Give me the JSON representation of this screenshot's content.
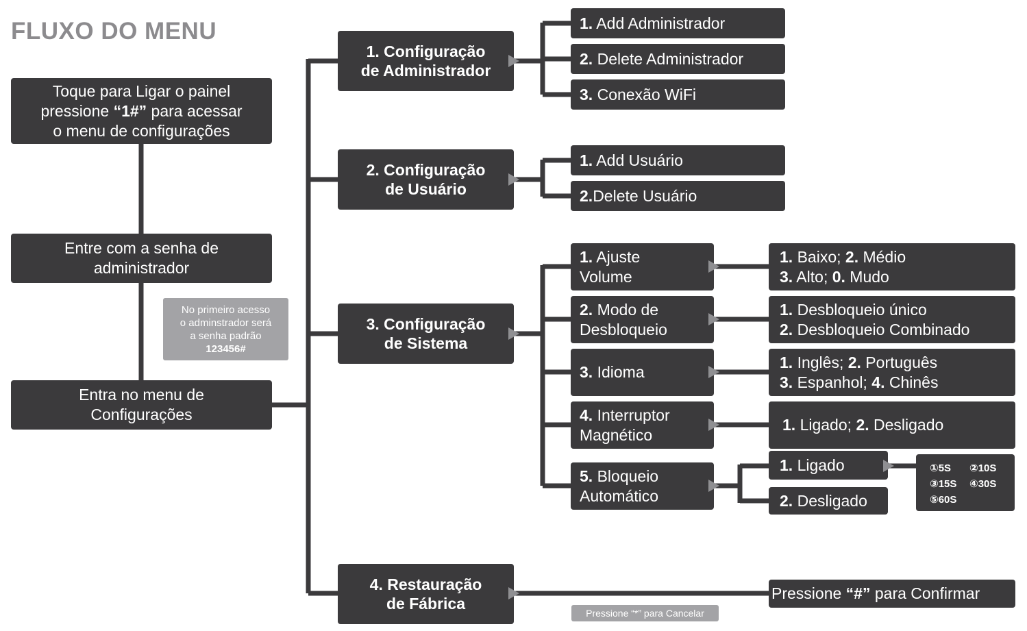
{
  "title": "FLUXO DO MENU",
  "left_flow": {
    "step1": {
      "line1": "Toque para Ligar o painel",
      "line2_pre": "pressione ",
      "line2_key": "“1#”",
      "line2_post": " para acessar",
      "line3": "o menu de configurações"
    },
    "step2": {
      "line1": "Entre com a senha de",
      "line2": "administrador"
    },
    "note": {
      "line1": "No primeiro acesso",
      "line2": "o adminstrador será",
      "line3": "a senha padrão",
      "code": "123456#"
    },
    "step3": {
      "line1": "Entra no menu de",
      "line2": "Configurações"
    }
  },
  "menus": {
    "admin": {
      "line1": "1. Configuração",
      "line2": "de Administrador",
      "items": [
        {
          "num": "1.",
          "label": " Add Administrador"
        },
        {
          "num": "2.",
          "label": " Delete Administrador"
        },
        {
          "num": "3.",
          "label": " Conexão WiFi"
        }
      ]
    },
    "user": {
      "line1": "2. Configuração",
      "line2": "de Usuário",
      "items": [
        {
          "num": "1.",
          "label": " Add Usuário"
        },
        {
          "num": "2.",
          "label": "Delete Usuário"
        }
      ]
    },
    "system": {
      "line1": "3. Configuração",
      "line2": "de Sistema",
      "volume": {
        "num": "1.",
        "line1": " Ajuste",
        "line2": "Volume",
        "opts": {
          "n1": "1.",
          "t1": " Baixo; ",
          "n2": "2.",
          "t2": " Médio",
          "n3": "3.",
          "t3": " Alto; ",
          "n4": "0.",
          "t4": " Mudo"
        }
      },
      "unlock": {
        "num": "2.",
        "line1": " Modo de",
        "line2": "Desbloqueio",
        "opts": {
          "n1": "1.",
          "t1": " Desbloqueio único",
          "n2": "2.",
          "t2": " Desbloqueio Combinado"
        }
      },
      "language": {
        "num": "3.",
        "label": " Idioma",
        "opts": {
          "n1": "1.",
          "t1": " Inglês; ",
          "n2": "2.",
          "t2": " Português",
          "n3": "3.",
          "t3": " Espanhol; ",
          "n4": "4.",
          "t4": " Chinês"
        }
      },
      "magnetic": {
        "num": "4.",
        "line1": " Interruptor",
        "line2": "Magnético",
        "opts": {
          "n1": "1.",
          "t1": " Ligado; ",
          "n2": "2.",
          "t2": " Desligado"
        }
      },
      "autolock": {
        "num": "5.",
        "line1": " Bloqueio",
        "line2": "Automático",
        "on": {
          "num": "1.",
          "label": " Ligado"
        },
        "off": {
          "num": "2.",
          "label": " Desligado"
        },
        "timers": [
          "①5S",
          "②10S",
          "③15S",
          "④30S",
          "⑤60S"
        ]
      }
    },
    "factory": {
      "line1": "4. Restauração",
      "line2": "de Fábrica",
      "confirm": {
        "pre": "Pressione ",
        "key": "“#”",
        "post": " para Confirmar"
      },
      "cancel": "Pressione “*” para Cancelar"
    }
  }
}
